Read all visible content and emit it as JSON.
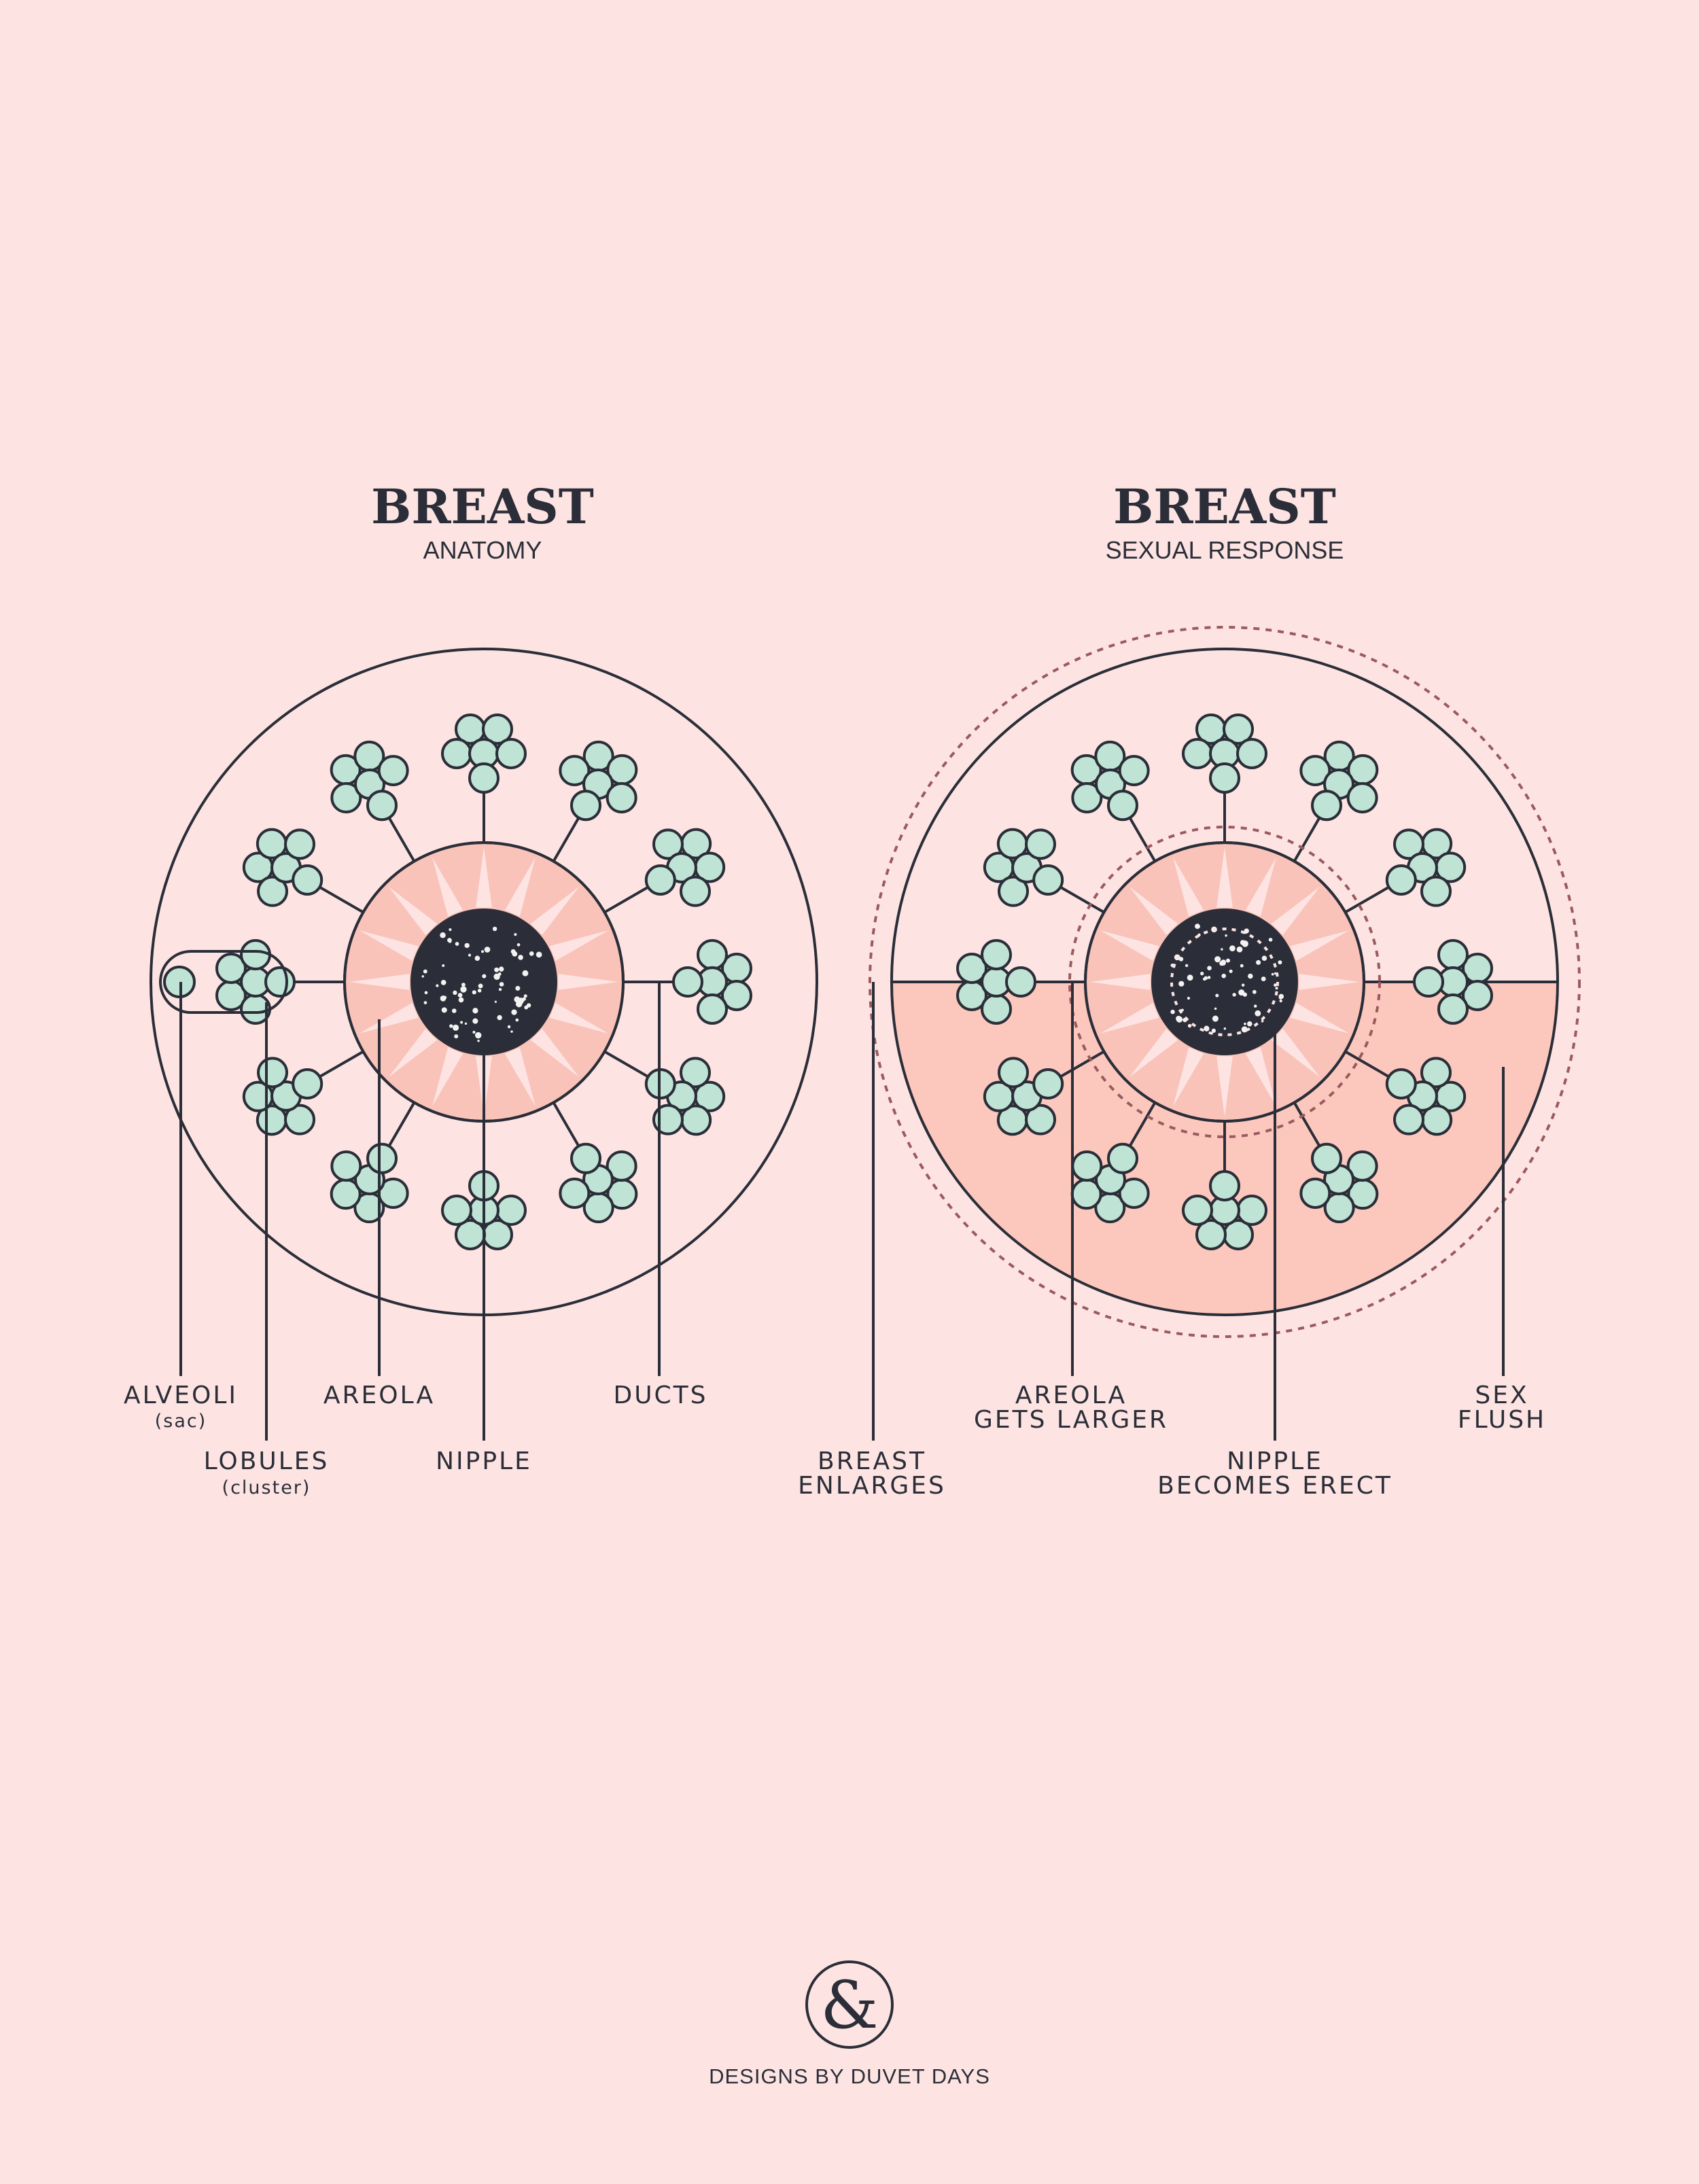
{
  "colors": {
    "background": "#fde4e3",
    "ink": "#2b2e38",
    "lobule": "#bfe3d4",
    "areola": "#f9c3b9",
    "flush": "#fcc8be",
    "ray": "#fde4e3",
    "dashed": "#9b5a5e"
  },
  "left": {
    "title": "BREAST",
    "subtitle": "ANATOMY",
    "labels": {
      "alveoli": "ALVEOLI",
      "alveoli_note": "(sac)",
      "lobules": "LOBULES",
      "lobules_note": "(cluster)",
      "areola": "AREOLA",
      "nipple": "NIPPLE",
      "ducts": "DUCTS"
    }
  },
  "right": {
    "title": "BREAST",
    "subtitle": "SEXUAL RESPONSE",
    "labels": {
      "breast_line1": "BREAST",
      "breast_line2": "ENLARGES",
      "areola_line1": "AREOLA",
      "areola_line2": "GETS LARGER",
      "nipple_line1": "NIPPLE",
      "nipple_line2": "BECOMES ERECT",
      "flush_line1": "SEX",
      "flush_line2": "FLUSH"
    }
  },
  "footer": {
    "logo_icon": "ampersand-icon",
    "logo_glyph": "&",
    "credit": "DESIGNS BY DUVET DAYS"
  }
}
